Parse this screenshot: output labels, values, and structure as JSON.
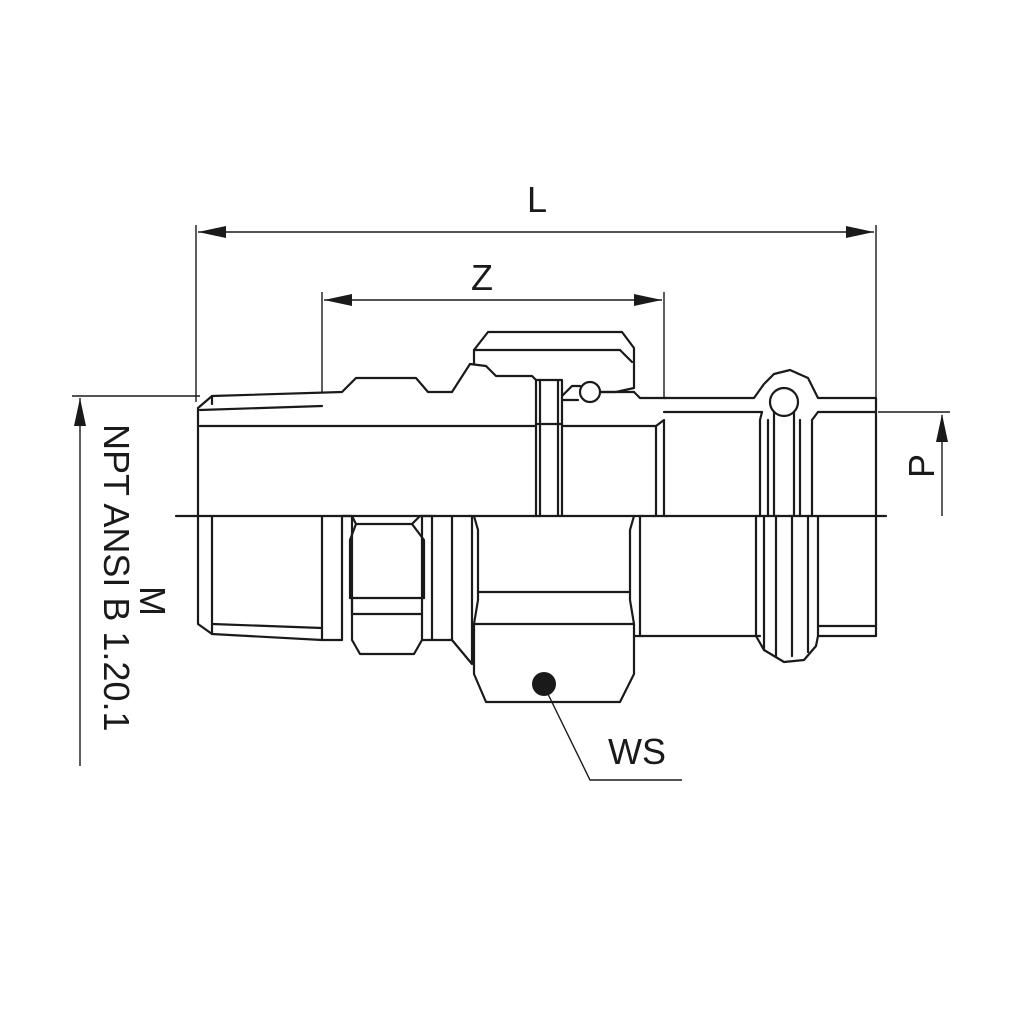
{
  "dimensions": {
    "overall_length": "L",
    "inner_length": "Z",
    "insertion_depth": "P",
    "wrench_size": "WS",
    "thread_size": "M",
    "thread_standard": "NPT ANSI B 1.20.1"
  },
  "colors": {
    "line": "#1a1a1a",
    "background": "#ffffff"
  }
}
